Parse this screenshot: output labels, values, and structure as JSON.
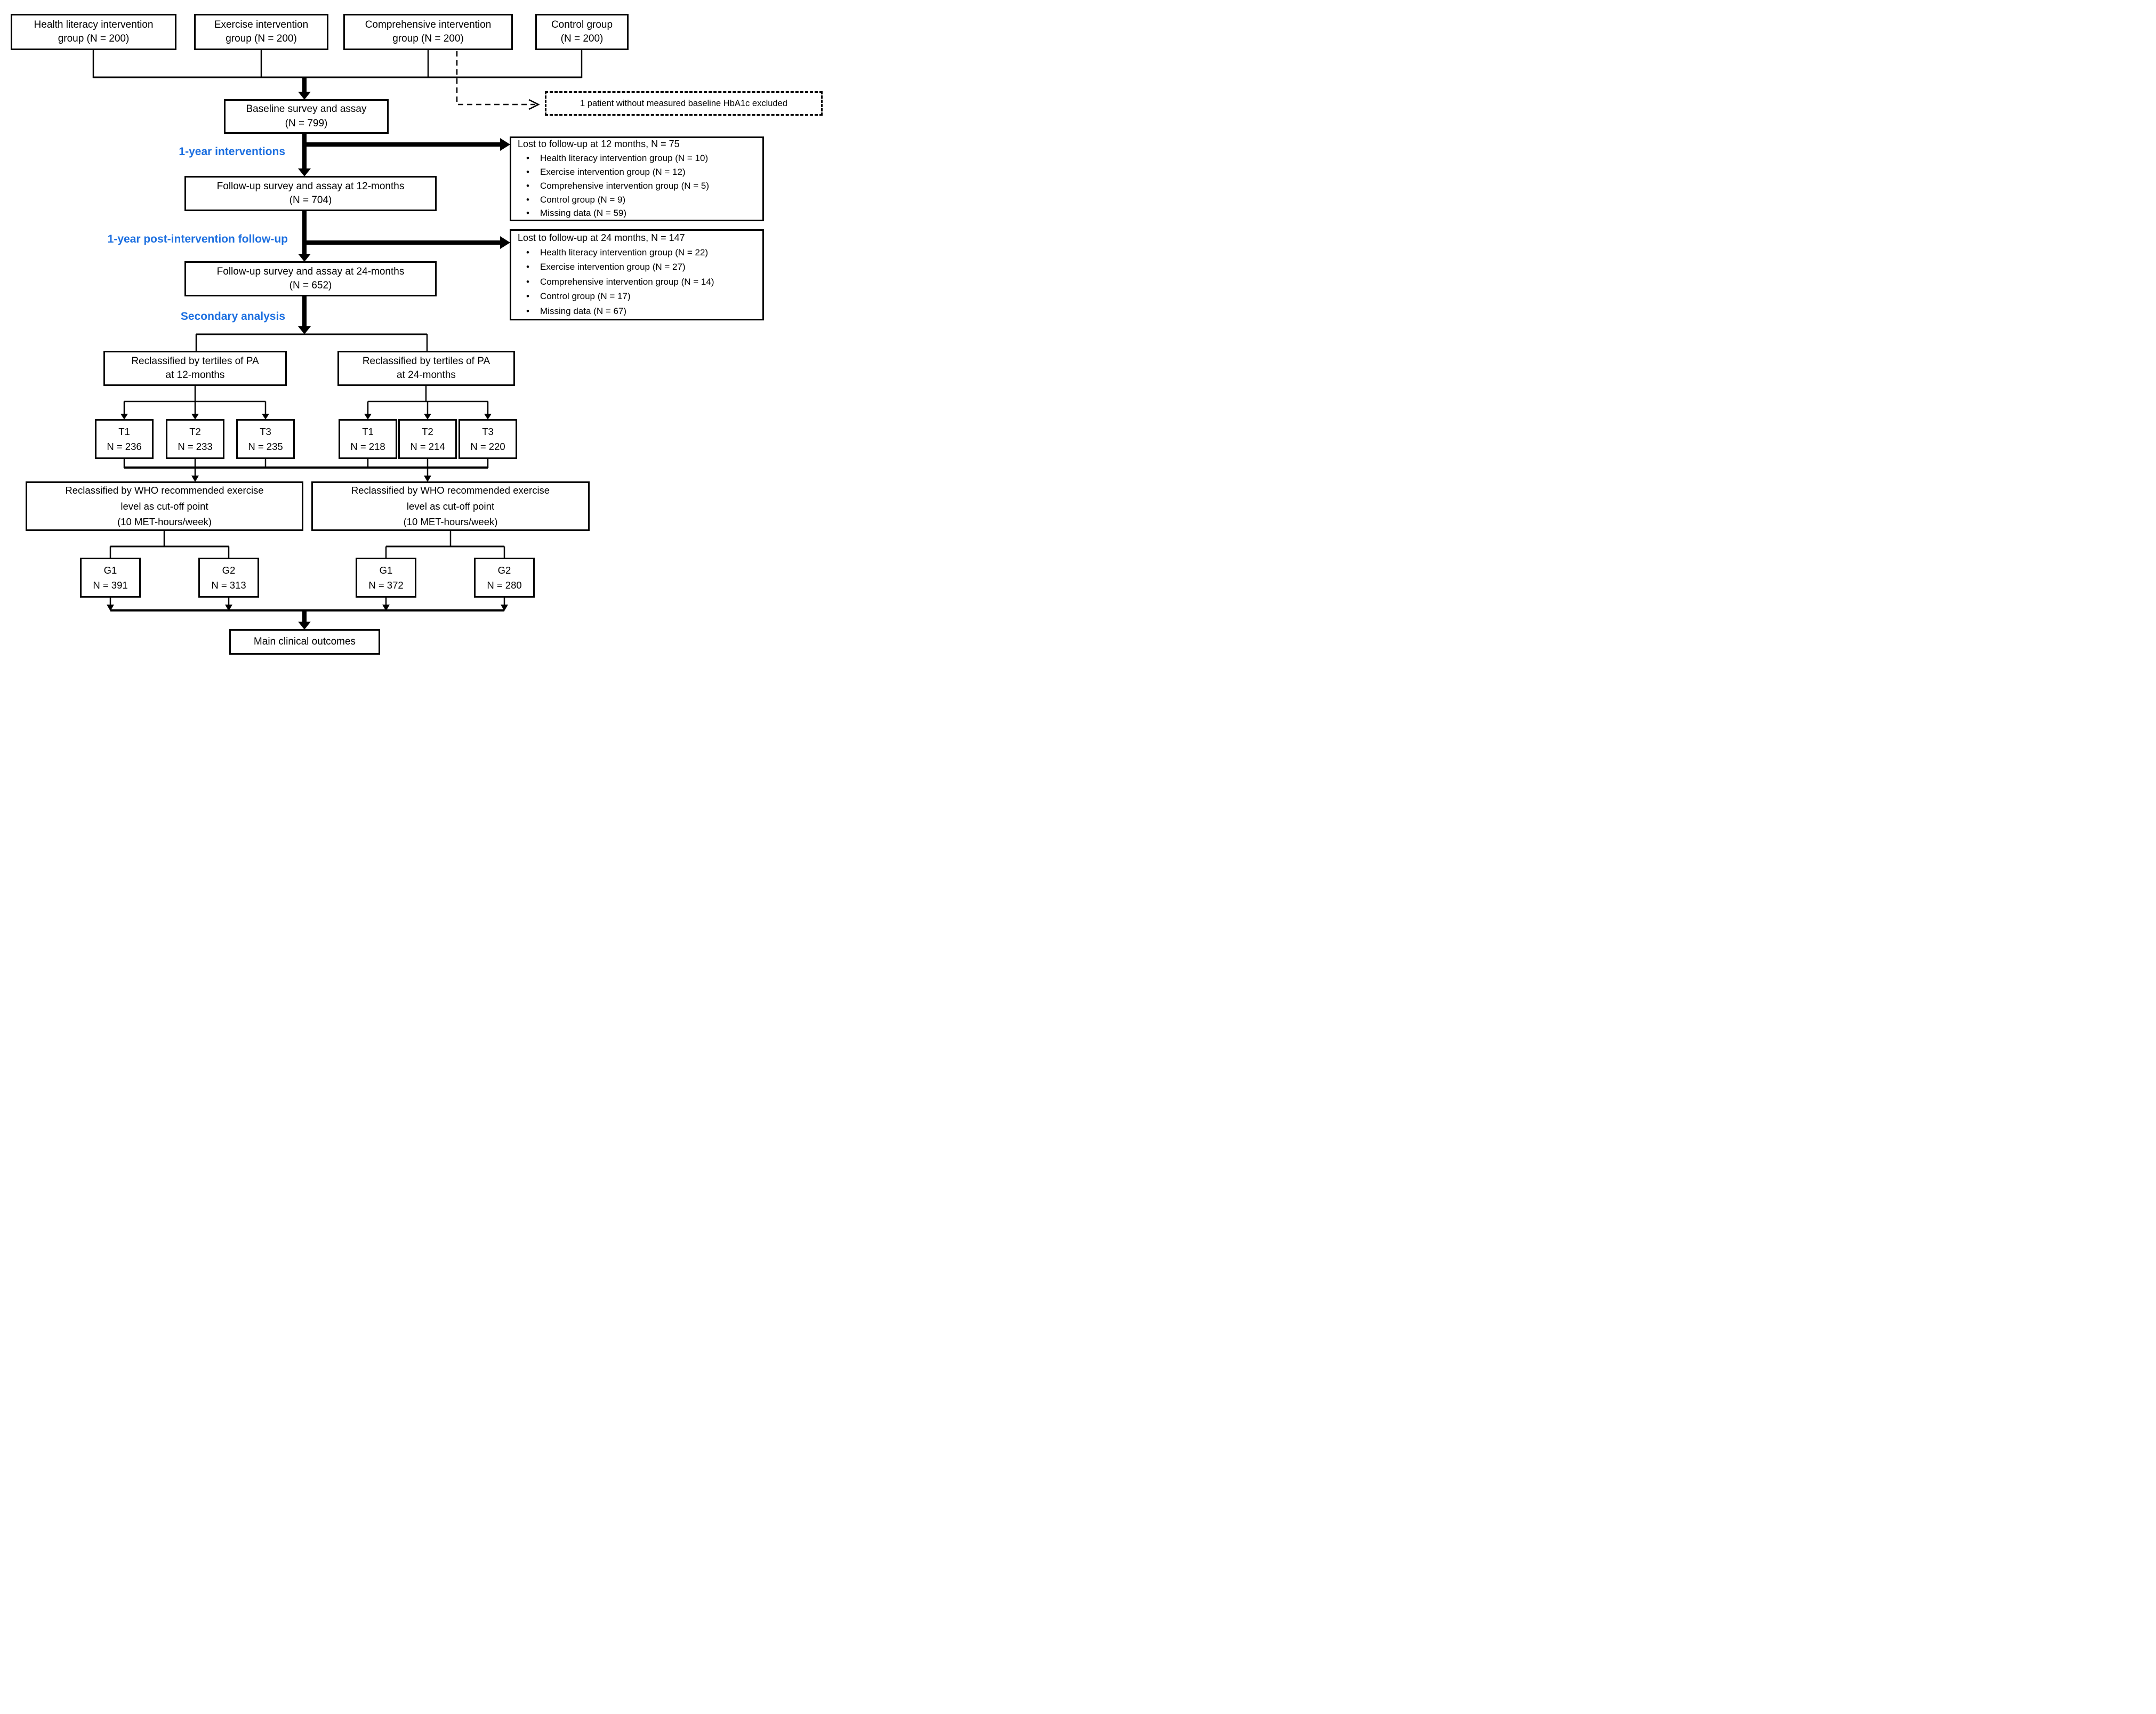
{
  "colors": {
    "label_blue": "#1c6fe0",
    "line_black": "#000000"
  },
  "top_groups": [
    {
      "label": "Health literacy intervention\ngroup (N = 200)"
    },
    {
      "label": "Exercise intervention\ngroup (N = 200)"
    },
    {
      "label": "Comprehensive intervention\ngroup (N = 200)"
    },
    {
      "label": "Control group\n(N = 200)"
    }
  ],
  "excluded_note": "1 patient without measured baseline HbA1c excluded",
  "baseline_box": "Baseline survey and assay\n(N = 799)",
  "phase_labels": {
    "interventions": "1-year interventions",
    "post_intervention": "1-year post-intervention follow-up",
    "secondary": "Secondary analysis"
  },
  "followup_12m": "Follow-up survey and assay at 12-months\n(N = 704)",
  "followup_24m": "Follow-up survey and assay at 24-months\n(N = 652)",
  "lost_12m": {
    "title": "Lost to follow-up at 12 months, N = 75",
    "items": [
      "Health literacy intervention group (N = 10)",
      "Exercise intervention group (N = 12)",
      "Comprehensive intervention group (N = 5)",
      "Control group (N = 9)",
      "Missing data (N = 59)"
    ]
  },
  "lost_24m": {
    "title": "Lost to follow-up at 24 months, N = 147",
    "items": [
      "Health literacy intervention group (N = 22)",
      "Exercise intervention group (N = 27)",
      "Comprehensive intervention group (N = 14)",
      "Control group (N = 17)",
      "Missing data (N = 67)"
    ]
  },
  "reclass_tertiles_12m": "Reclassified by tertiles of PA\nat 12-months",
  "reclass_tertiles_24m": "Reclassified by tertiles of PA\nat 24-months",
  "tertiles_12m": [
    "T1\nN = 236",
    "T2\nN = 233",
    "T3\nN = 235"
  ],
  "tertiles_24m": [
    "T1\nN = 218",
    "T2\nN = 214",
    "T3\nN = 220"
  ],
  "reclass_who_12m": "Reclassified by WHO recommended exercise\nlevel as cut-off point\n(10 MET-hours/week)",
  "reclass_who_24m": "Reclassified by WHO recommended exercise\nlevel as cut-off point\n(10 MET-hours/week)",
  "who_groups_12m": [
    "G1\nN = 391",
    "G2\nN = 313"
  ],
  "who_groups_24m": [
    "G1\nN = 372",
    "G2\nN = 280"
  ],
  "outcome_box": "Main clinical outcomes"
}
